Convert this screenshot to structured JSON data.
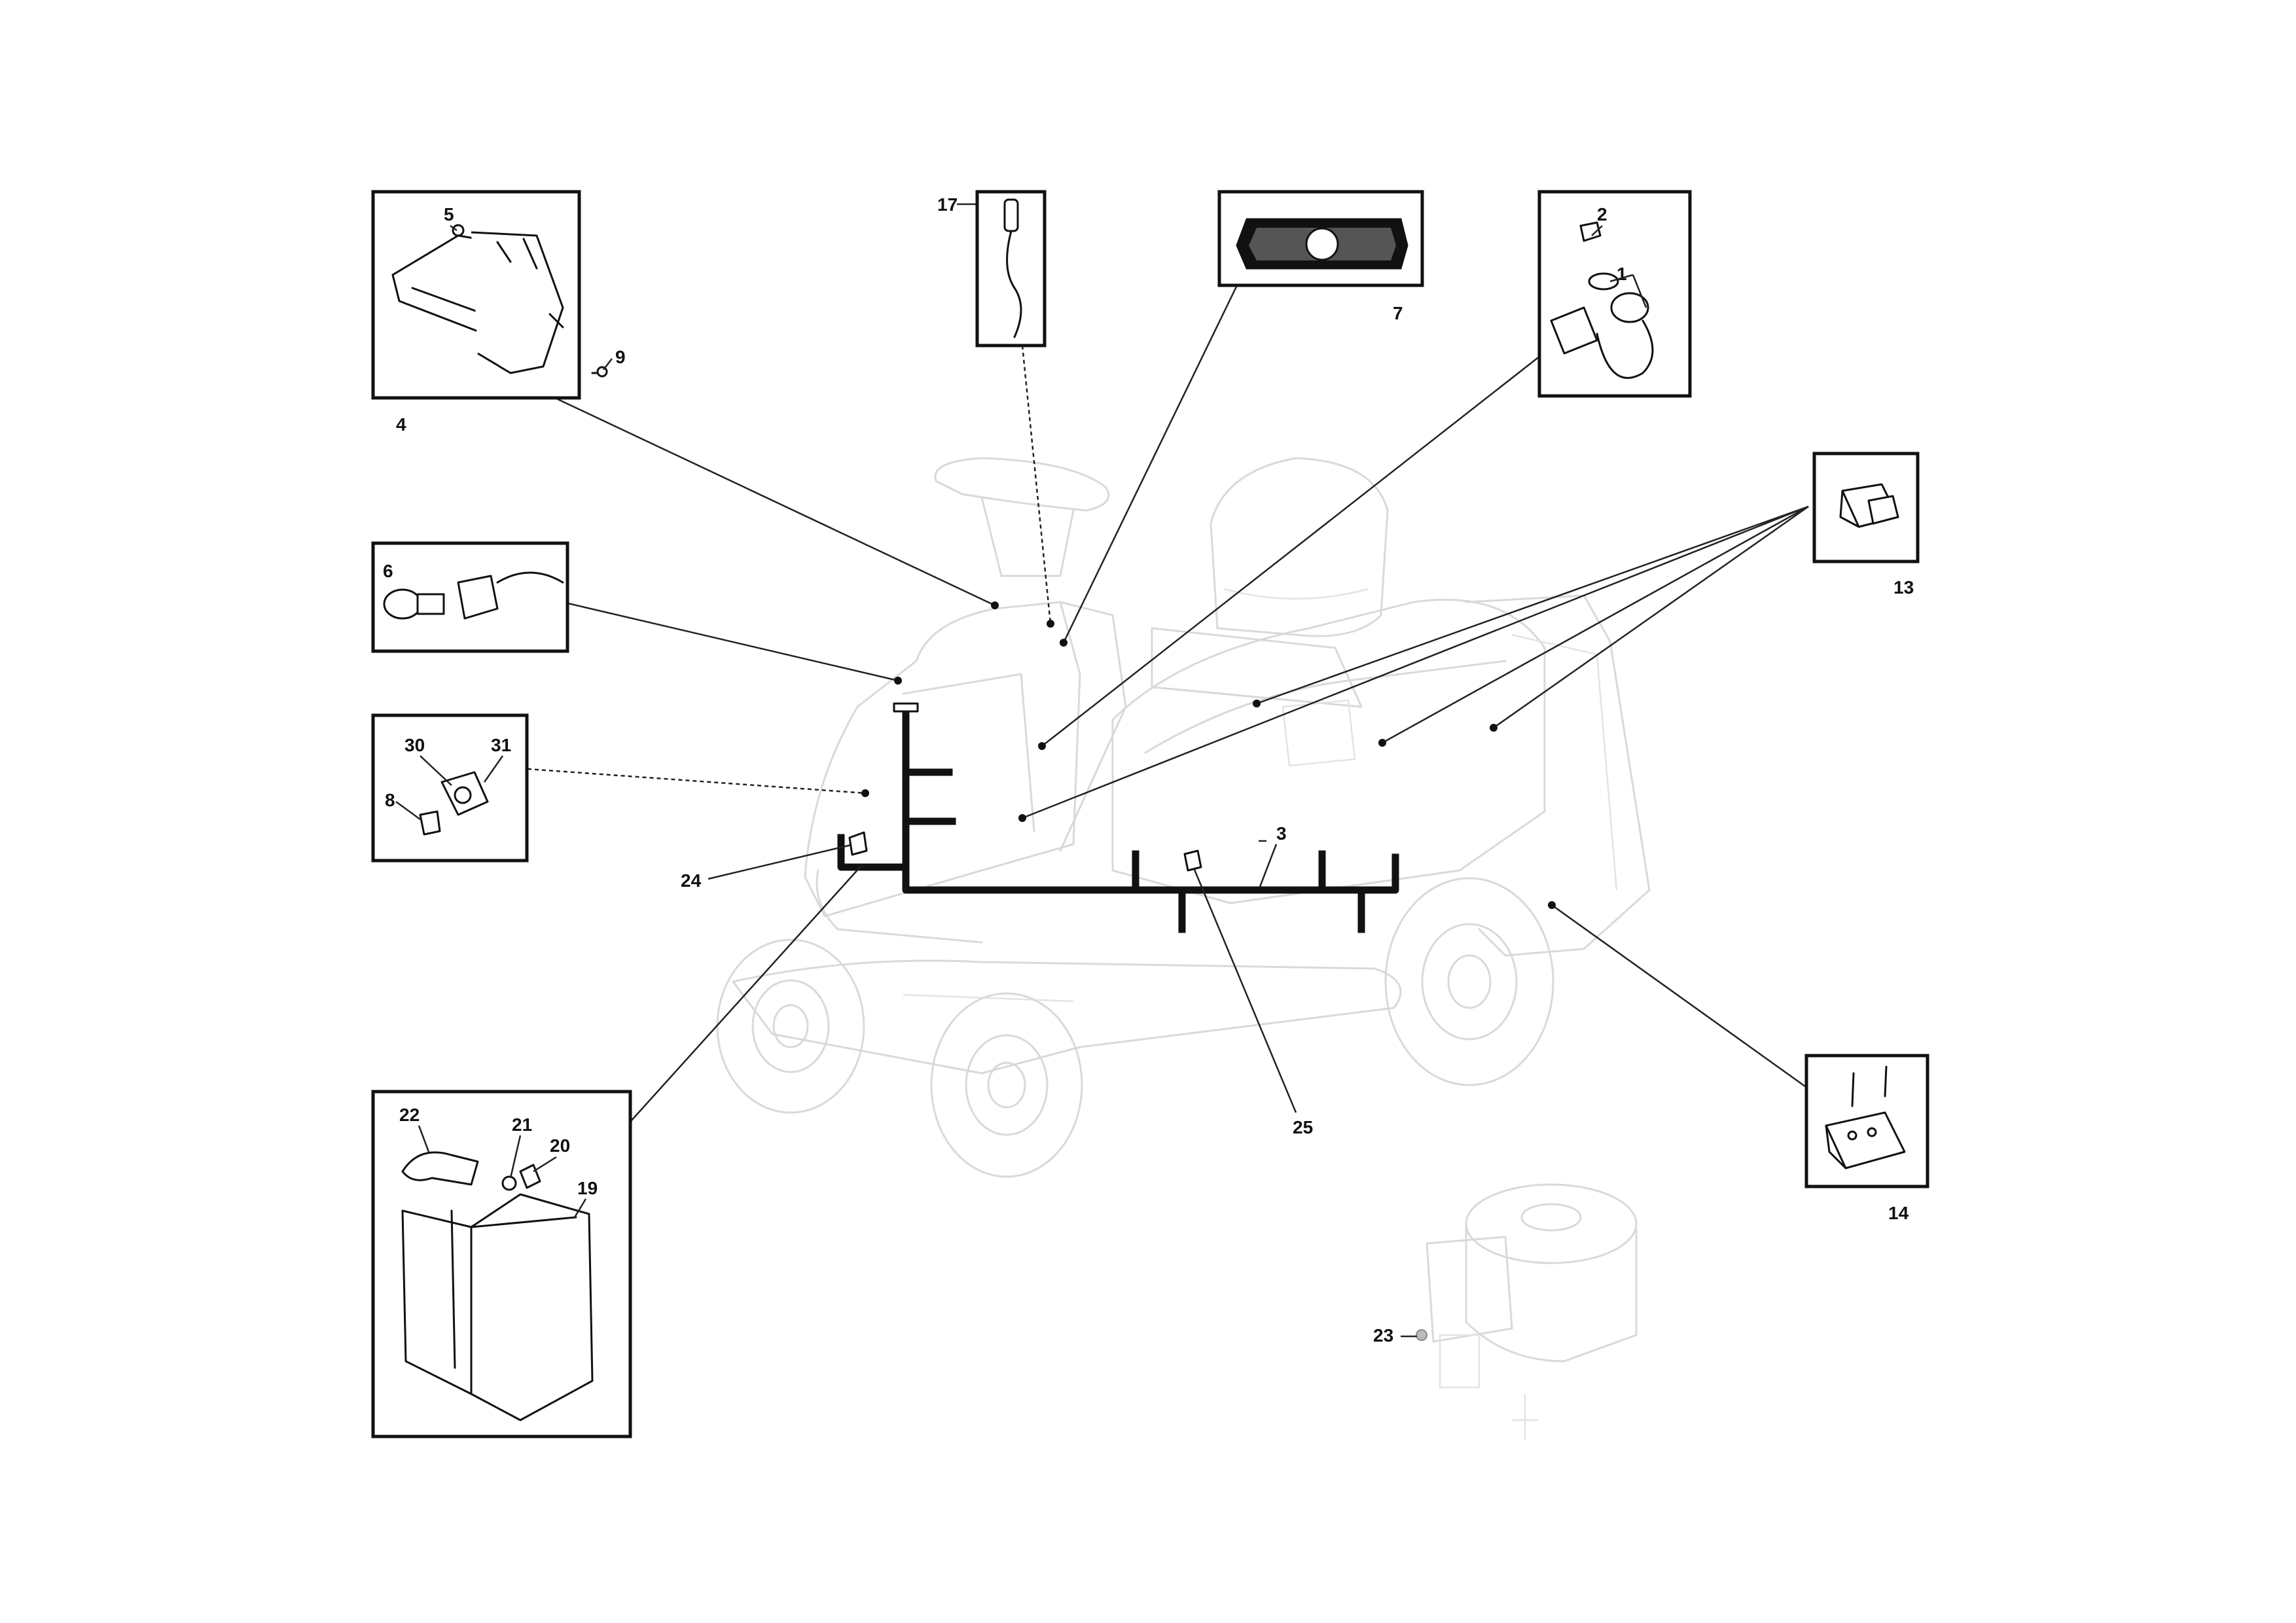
{
  "diagram": {
    "callouts": {
      "c1": "1",
      "c2": "2",
      "c3": "3",
      "c4": "4",
      "c5": "5",
      "c6": "6",
      "c7": "7",
      "c8": "8",
      "c9": "9",
      "c13": "13",
      "c14": "14",
      "c17": "17",
      "c19": "19",
      "c20": "20",
      "c21": "21",
      "c22": "22",
      "c23": "23",
      "c24": "24",
      "c25": "25",
      "c30": "30",
      "c31": "31"
    }
  },
  "colors": {
    "ink": "#111111",
    "ghost_outline": "#d9d9d9",
    "background": "#ffffff"
  }
}
